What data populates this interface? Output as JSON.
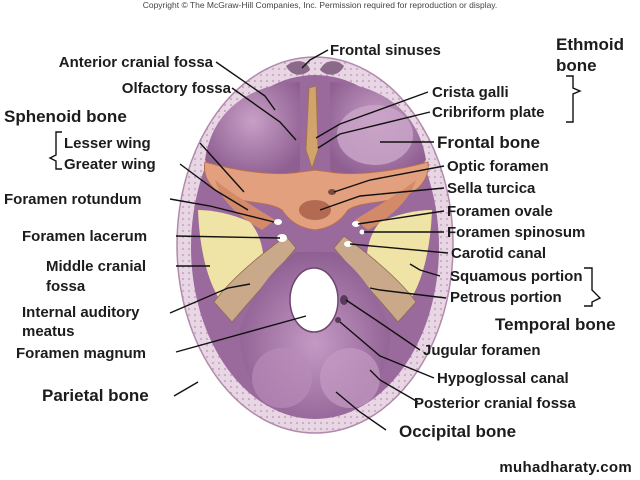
{
  "copyright": "Copyright © The McGraw-Hill Companies, Inc. Permission required for reproduction or display.",
  "watermark": "muhadharaty.com",
  "colors": {
    "bone_outer": "#e6cfe0",
    "fossa_purple": "#a77aa6",
    "fossa_dark": "#8c5f8e",
    "sphenoid_orange": "#e3a07e",
    "temporal_yellow": "#efe3a6",
    "petrous_tan": "#c9a98a"
  },
  "labels": {
    "anterior_cranial_fossa": "Anterior cranial fossa",
    "olfactory_fossa": "Olfactory fossa",
    "sphenoid_bone": "Sphenoid bone",
    "lesser_wing": "Lesser wing",
    "greater_wing": "Greater wing",
    "foramen_rotundum": "Foramen rotundum",
    "foramen_lacerum": "Foramen lacerum",
    "middle_cranial_fossa_1": "Middle cranial",
    "middle_cranial_fossa_2": "fossa",
    "internal_auditory_1": "Internal auditory",
    "internal_auditory_2": "meatus",
    "foramen_magnum": "Foramen magnum",
    "parietal_bone": "Parietal bone",
    "frontal_sinuses": "Frontal sinuses",
    "ethmoid_bone_1": "Ethmoid",
    "ethmoid_bone_2": "bone",
    "crista_galli": "Crista galli",
    "cribriform_plate": "Cribriform plate",
    "frontal_bone": "Frontal bone",
    "optic_foramen": "Optic foramen",
    "sella_turcica": "Sella turcica",
    "foramen_ovale": "Foramen ovale",
    "foramen_spinosum": "Foramen spinosum",
    "carotid_canal": "Carotid canal",
    "squamous_portion": "Squamous portion",
    "petrous_portion": "Petrous portion",
    "temporal_bone": "Temporal bone",
    "jugular_foramen": "Jugular foramen",
    "hypoglossal_canal": "Hypoglossal canal",
    "posterior_cranial_fossa": "Posterior cranial fossa",
    "occipital_bone": "Occipital bone"
  }
}
